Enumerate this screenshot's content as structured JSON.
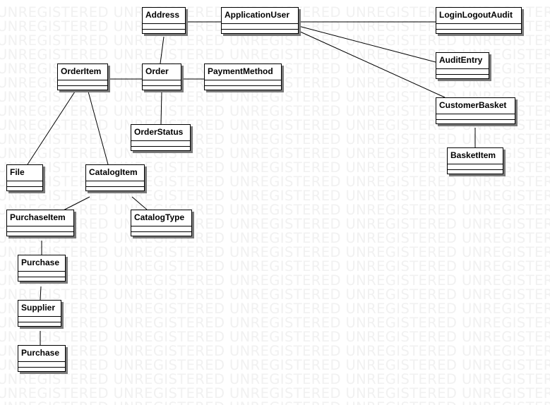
{
  "watermark": {
    "text": "UNREGISTERED",
    "color": "#f1f1f1"
  },
  "classes": [
    {
      "id": "address",
      "name": "Address"
    },
    {
      "id": "application-user",
      "name": "ApplicationUser"
    },
    {
      "id": "login-logout-audit",
      "name": "LoginLogoutAudit"
    },
    {
      "id": "order-item",
      "name": "OrderItem"
    },
    {
      "id": "order",
      "name": "Order"
    },
    {
      "id": "payment-method",
      "name": "PaymentMethod"
    },
    {
      "id": "audit-entry",
      "name": "AuditEntry"
    },
    {
      "id": "customer-basket",
      "name": "CustomerBasket"
    },
    {
      "id": "order-status",
      "name": "OrderStatus"
    },
    {
      "id": "basket-item",
      "name": "BasketItem"
    },
    {
      "id": "file",
      "name": "File"
    },
    {
      "id": "catalog-item",
      "name": "CatalogItem"
    },
    {
      "id": "purchase-item",
      "name": "PurchaseItem"
    },
    {
      "id": "catalog-type",
      "name": "CatalogType"
    },
    {
      "id": "purchase-1",
      "name": "Purchase"
    },
    {
      "id": "supplier",
      "name": "Supplier"
    },
    {
      "id": "purchase-2",
      "name": "Purchase"
    }
  ],
  "associations": [
    {
      "from": "address",
      "to": "application-user"
    },
    {
      "from": "application-user",
      "to": "login-logout-audit"
    },
    {
      "from": "application-user",
      "to": "audit-entry"
    },
    {
      "from": "application-user",
      "to": "customer-basket"
    },
    {
      "from": "address",
      "to": "order"
    },
    {
      "from": "order-item",
      "to": "order"
    },
    {
      "from": "order",
      "to": "payment-method"
    },
    {
      "from": "order",
      "to": "order-status"
    },
    {
      "from": "customer-basket",
      "to": "basket-item"
    },
    {
      "from": "order-item",
      "to": "file"
    },
    {
      "from": "order-item",
      "to": "catalog-item"
    },
    {
      "from": "catalog-item",
      "to": "purchase-item"
    },
    {
      "from": "catalog-item",
      "to": "catalog-type"
    },
    {
      "from": "purchase-item",
      "to": "purchase-1"
    },
    {
      "from": "purchase-1",
      "to": "supplier"
    },
    {
      "from": "supplier",
      "to": "purchase-2"
    }
  ]
}
